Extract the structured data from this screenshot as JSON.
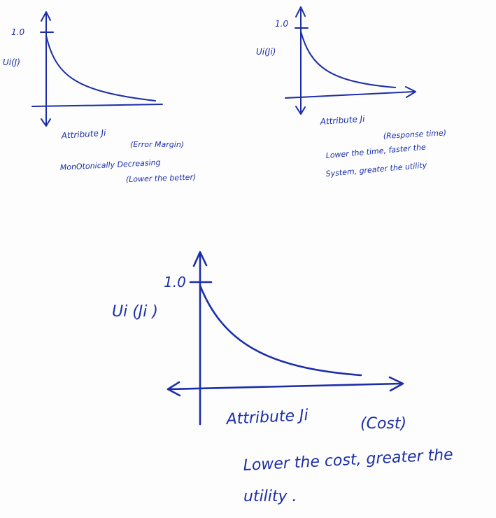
{
  "sketches": [
    {
      "tick_label": "1.0",
      "ylabel": "Ui(J)",
      "xlabel": "Attribute Ji",
      "qualifier": "(Error Margin)",
      "notes": [
        "MonOtonically Decreasing",
        "(Lower the better)"
      ]
    },
    {
      "tick_label": "1.0",
      "ylabel": "Ui(Ji)",
      "xlabel": "Attribute Ji",
      "qualifier": "(Response time)",
      "notes": [
        "Lower the time, faster the",
        "System, greater the utility"
      ]
    },
    {
      "tick_label": "1.0",
      "ylabel": "Ui (Ji )",
      "xlabel": "Attribute Ji",
      "qualifier": "(Cost)",
      "notes": [
        "Lower the cost, greater the",
        "utility ."
      ]
    }
  ],
  "ink_color": "#1b2ea8"
}
